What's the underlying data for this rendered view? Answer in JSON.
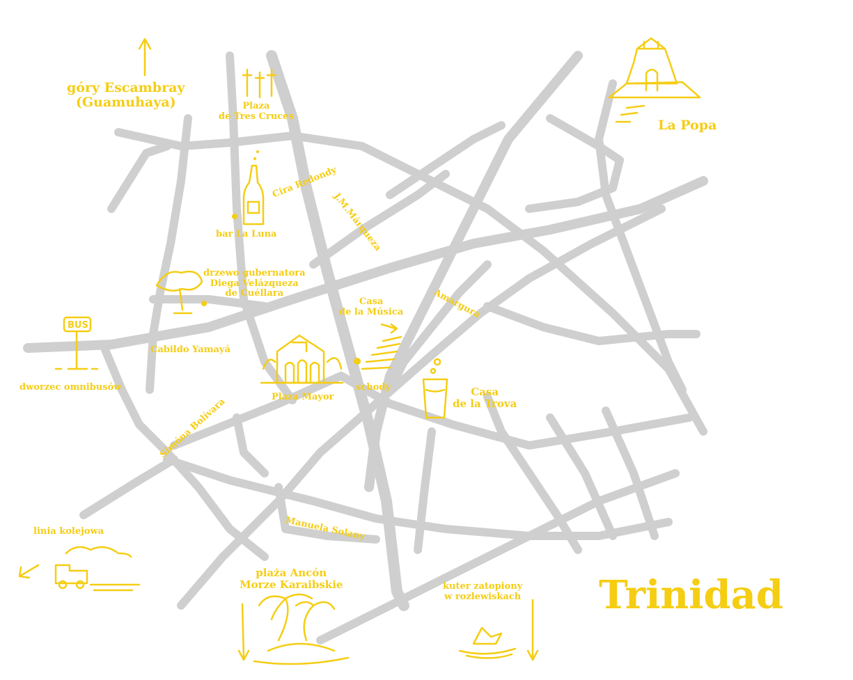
{
  "map_title": "Trinidad",
  "colors": {
    "accent": "#f5cd13",
    "roads": "#cfcfcf",
    "background": "#ffffff"
  },
  "places": {
    "mountains": [
      "góry Escambray",
      "(Guamuhaya)"
    ],
    "tres_cruces": [
      "Plaza",
      "de Tres Cruces"
    ],
    "la_popa": "La Popa",
    "bar_la_luna": "bar La Luna",
    "governor_tree": [
      "drzewo gubernatora",
      "Diega Velázqueza",
      "de Cuéllara"
    ],
    "casa_musica": [
      "Casa",
      "de la Música"
    ],
    "cabildo": "Cabildo Yamayá",
    "plaza_mayor": "Plaza Mayor",
    "schody": "schody",
    "casa_trova": [
      "Casa",
      "de la Trova"
    ],
    "bus_station": "dworzec omnibusów",
    "railway": "linia kolejowa",
    "beach": [
      "plaża Ancón",
      "Morze Karaibskie"
    ],
    "boat": [
      "kuter zatopiony",
      "w rozlewiskach"
    ]
  },
  "streets": {
    "cira_redondy": "Cira Redondy",
    "jm_marqueza": "J.M.Márqueza",
    "amargura": "Amargura",
    "simona_bolivara": "Simóna Bolívara",
    "manuela_solany": "Manuela Solany"
  },
  "icons": [
    "north-arrow-icon",
    "crosses-icon",
    "fortress-icon",
    "bottle-icon",
    "tree-icon",
    "bus-stop-icon",
    "church-icon",
    "stairs-icon",
    "glass-icon",
    "train-icon",
    "palm-island-icon",
    "sunken-boat-icon"
  ]
}
